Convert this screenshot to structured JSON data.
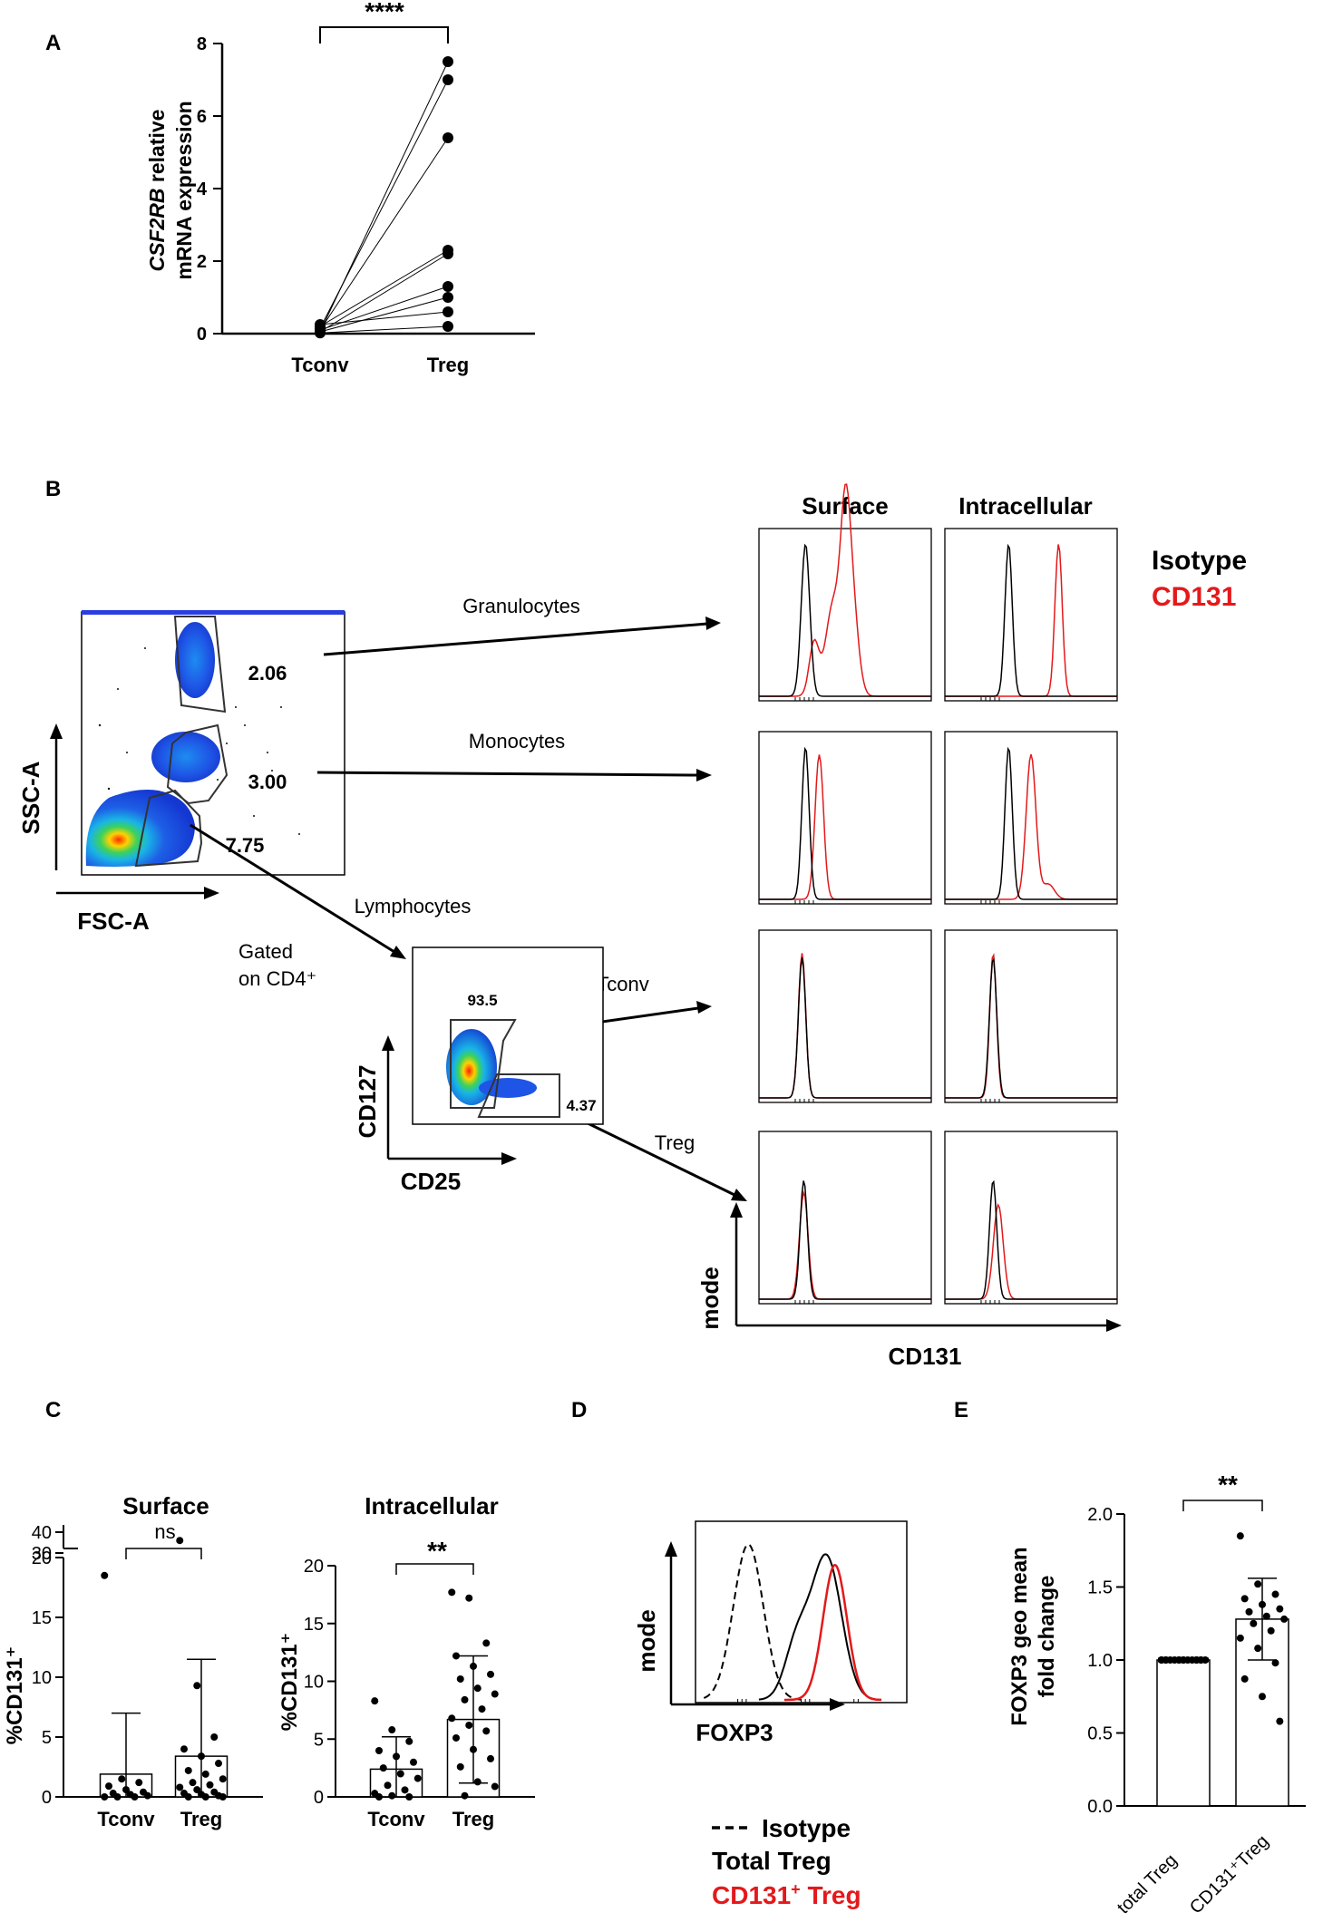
{
  "panel_labels": {
    "a": "A",
    "b": "B",
    "c": "C",
    "d": "D",
    "e": "E"
  },
  "panel_a": {
    "significance": "****",
    "ylabel_italic": "CSF2RB",
    "ylabel_rest": "relative",
    "ylabel_line2": "mRNA expression",
    "chart_data": {
      "type": "scatter",
      "categories": [
        "Tconv",
        "Treg"
      ],
      "ylim": [
        0,
        8
      ],
      "yticks": [
        "0",
        "2",
        "4",
        "6",
        "8"
      ],
      "paired_series": [
        [
          0.05,
          7.5
        ],
        [
          0.15,
          7.0
        ],
        [
          0.1,
          5.4
        ],
        [
          0.2,
          2.3
        ],
        [
          0.05,
          2.2
        ],
        [
          0.1,
          1.3
        ],
        [
          0.05,
          1.0
        ],
        [
          0.25,
          0.6
        ],
        [
          0.02,
          0.2
        ]
      ]
    }
  },
  "panel_b": {
    "col_surface": "Surface",
    "col_intracellular": "Intracellular",
    "legend_isotype": "Isotype",
    "legend_cd131": "CD131",
    "color_isotype": "#000000",
    "color_cd131": "#e3191b",
    "gate_granulocytes": "Granulocytes",
    "gate_monocytes": "Monocytes",
    "gate_lymphocytes": "Lymphocytes",
    "gated_on": "Gated",
    "gated_on2": "on CD4⁺",
    "pct_gran": "2.06",
    "pct_mono": "3.00",
    "pct_lymph": "7.75",
    "pct_tconv": "93.5",
    "pct_treg": "4.37",
    "label_tconv": "Tconv",
    "label_treg": "Treg",
    "axis_ssc": "SSC-A",
    "axis_fsc": "FSC-A",
    "axis_cd127": "CD127",
    "axis_cd25": "CD25",
    "axis_mode": "mode",
    "axis_cd131": "CD131"
  },
  "panel_c": {
    "ylabel": "%CD131⁺",
    "surface": {
      "title": "Surface",
      "significance": "ns",
      "chart_data": {
        "type": "bar",
        "categories": [
          "Tconv",
          "Treg"
        ],
        "values": [
          1.9,
          3.4
        ],
        "error_sd": [
          5.1,
          8.1
        ],
        "y_axis_segments": [
          [
            0,
            20
          ],
          [
            30,
            40
          ]
        ],
        "yticks": [
          "0",
          "5",
          "10",
          "15",
          "20",
          "30",
          "40"
        ],
        "points": [
          [
            18.5,
            1.5,
            1.2,
            0.9,
            0.6,
            0.4,
            0.3,
            0.2,
            0.1,
            0.0,
            0.0,
            0.0
          ],
          [
            36,
            9.3,
            5.0,
            4.0,
            3.4,
            2.8,
            2.2,
            1.9,
            1.5,
            1.2,
            1.0,
            0.8,
            0.6,
            0.4,
            0.3,
            0.2,
            0.1,
            0.0,
            0.0,
            0.0
          ]
        ]
      }
    },
    "intracellular": {
      "title": "Intracellular",
      "significance": "**",
      "chart_data": {
        "type": "bar",
        "categories": [
          "Tconv",
          "Treg"
        ],
        "values": [
          2.4,
          6.7
        ],
        "error_sd": [
          2.8,
          5.5
        ],
        "ylim": [
          0,
          20
        ],
        "yticks": [
          "0",
          "5",
          "10",
          "15",
          "20"
        ],
        "points": [
          [
            8.3,
            5.8,
            4.8,
            4.0,
            3.5,
            3.0,
            2.5,
            2.0,
            1.6,
            1.0,
            0.6,
            0.3,
            0.1,
            0.0,
            0.0
          ],
          [
            17.7,
            17.2,
            13.3,
            12.2,
            11.3,
            10.6,
            10.2,
            9.4,
            8.9,
            8.4,
            7.6,
            6.8,
            6.2,
            5.7,
            5.1,
            4.1,
            3.3,
            2.6,
            1.3,
            0.9,
            0.1
          ]
        ]
      }
    }
  },
  "panel_d": {
    "axis_mode": "mode",
    "axis_foxp3": "FOXP3",
    "legend_isotype": "Isotype",
    "legend_total": "Total Treg",
    "legend_cd131_prefix": "CD131",
    "legend_cd131_sup": "+",
    "legend_cd131_suffix": "Treg"
  },
  "panel_e": {
    "significance": "**",
    "ylabel_line1": "FOXP3 geo mean",
    "ylabel_line2": "fold change",
    "chart_data": {
      "type": "bar",
      "categories": [
        "total Treg",
        "CD131⁺Treg"
      ],
      "values": [
        1.0,
        1.28
      ],
      "error_sd": [
        0,
        0.28
      ],
      "ylim": [
        0,
        2.0
      ],
      "yticks": [
        "0.0",
        "0.5",
        "1.0",
        "1.5",
        "2.0"
      ],
      "points": [
        [
          1.0,
          1.0,
          1.0,
          1.0,
          1.0,
          1.0,
          1.0,
          1.0,
          1.0,
          1.0,
          1.0,
          1.0,
          1.0,
          1.0,
          1.0,
          1.0,
          1.0
        ],
        [
          1.85,
          1.52,
          1.45,
          1.42,
          1.38,
          1.35,
          1.33,
          1.3,
          1.28,
          1.25,
          1.2,
          1.15,
          1.08,
          0.98,
          0.87,
          0.75,
          0.58
        ]
      ]
    }
  }
}
